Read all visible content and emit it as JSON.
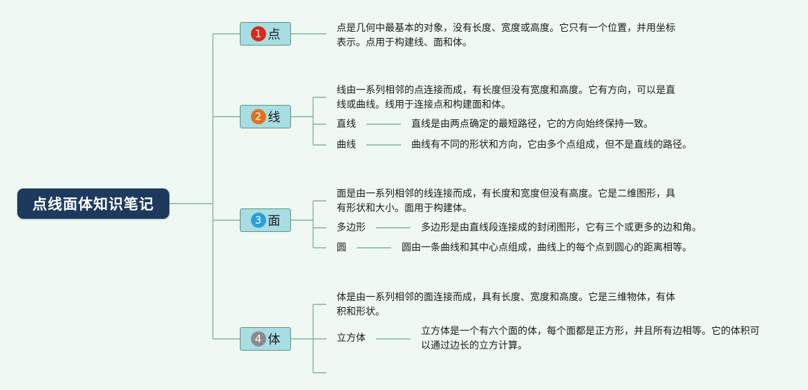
{
  "root": {
    "label": "点线面体知识笔记"
  },
  "colors": {
    "root_bg": "#1d3a5e",
    "topic_bg": "#a8dde3",
    "topic_border": "#57957c",
    "line": "#7fb69e",
    "badge_1": "#d8291b",
    "badge_2": "#e0721f",
    "badge_3": "#2a9fdc",
    "badge_4": "#8b8b8b"
  },
  "topics": [
    {
      "num": "1",
      "label": "点",
      "desc": [
        "点是几何中最基本的对象，没有长度、宽度或高度。它只有一个位置，并用坐标",
        "表示。点用于构建线、面和体。"
      ],
      "subs": []
    },
    {
      "num": "2",
      "label": "线",
      "desc": [
        "线由一系列相邻的点连接而成，有长度但没有宽度和高度。它有方向，可以是直",
        "线或曲线。线用于连接点和构建面和体。"
      ],
      "subs": [
        {
          "label": "直线",
          "detail": [
            "直线是由两点确定的最短路径，它的方向始终保持一致。"
          ]
        },
        {
          "label": "曲线",
          "detail": [
            "曲线有不同的形状和方向，它由多个点组成，但不是直线的路径。"
          ]
        }
      ]
    },
    {
      "num": "3",
      "label": "面",
      "desc": [
        "面是由一系列相邻的线连接而成，有长度和宽度但没有高度。它是二维图形，具",
        "有形状和大小。面用于构建体。"
      ],
      "subs": [
        {
          "label": "多边形",
          "detail": [
            "多边形是由直线段连接成的封闭图形，它有三个或更多的边和角。"
          ]
        },
        {
          "label": "圆",
          "detail": [
            "圆由一条曲线和其中心点组成，曲线上的每个点到圆心的距离相等。"
          ]
        }
      ]
    },
    {
      "num": "4",
      "label": "体",
      "desc": [
        "体是由一系列相邻的面连接而成，具有长度、宽度和高度。它是三维物体，有体",
        "积和形状。"
      ],
      "subs": [
        {
          "label": "立方体",
          "detail": [
            "立方体是一个有六个面的体，每个面都是正方形，并且所有边相等。它的体积可",
            "以通过边长的立方计算。"
          ]
        }
      ]
    }
  ]
}
